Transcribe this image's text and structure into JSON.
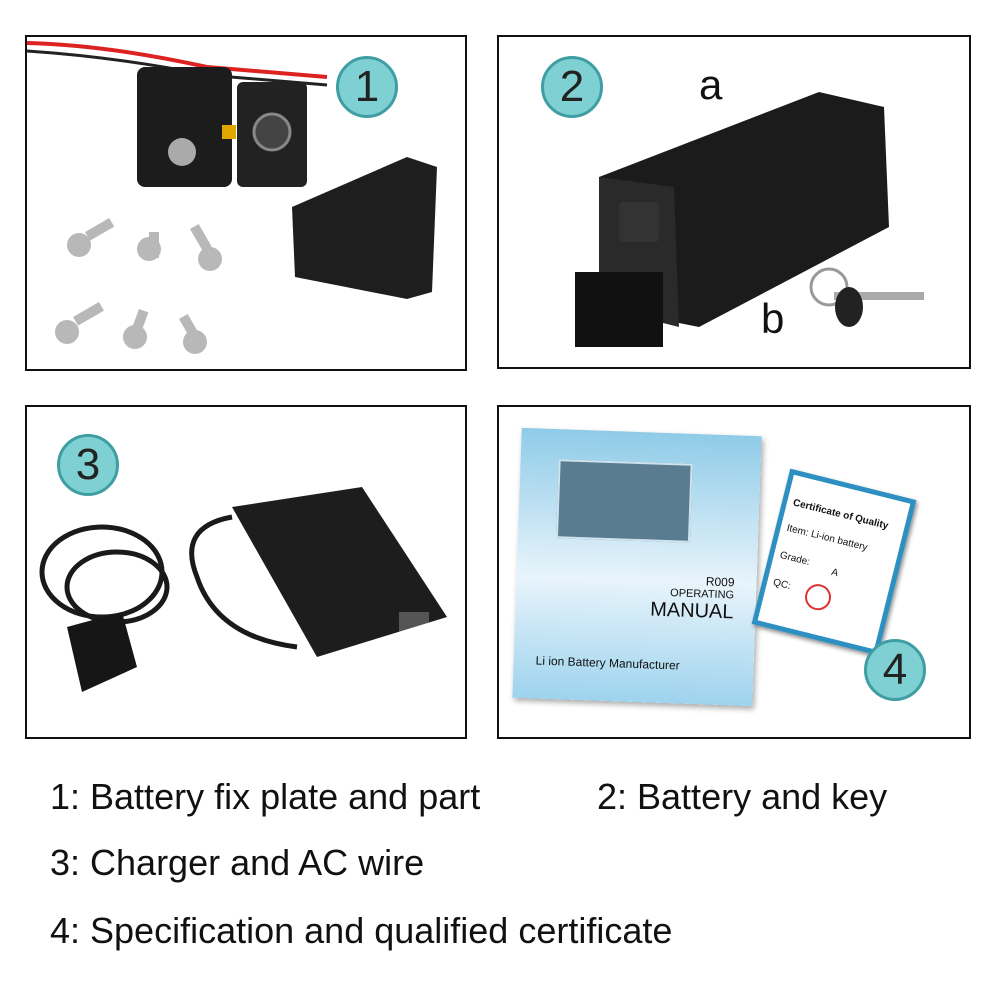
{
  "panels": [
    {
      "number": "1"
    },
    {
      "number": "2",
      "labels": [
        "a",
        "b"
      ]
    },
    {
      "number": "3"
    },
    {
      "number": "4",
      "manual": {
        "model": "R009",
        "line1": "OPERATING",
        "line2": "MANUAL",
        "footer": "Li ion Battery Manufacturer"
      },
      "certificate": {
        "title": "Certificate of Quality",
        "item": "Item: Li-ion battery",
        "grade_label": "Grade:",
        "grade": "A",
        "qc_label": "QC:"
      }
    }
  ],
  "captions": [
    "1: Battery fix plate and part",
    "2: Battery and key",
    "3: Charger and AC wire",
    "4: Specification and qualified certificate"
  ],
  "colors": {
    "badge": "#7fd0d3",
    "badge_border": "#3f9ea3",
    "manual": "#8fcbe8"
  }
}
